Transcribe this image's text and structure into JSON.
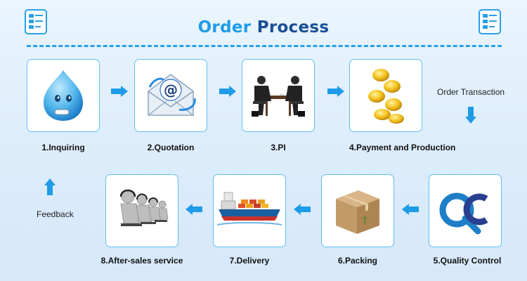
{
  "title": {
    "part1": "Order ",
    "part2": "Process"
  },
  "colors": {
    "primary": "#1f9be7",
    "accent": "#1a4f96",
    "card_border": "#61c1ef"
  },
  "steps": [
    {
      "label": "1.Inquiring",
      "icon": "chat-bubble-icon"
    },
    {
      "label": "2.Quotation",
      "icon": "email-at-icon"
    },
    {
      "label": "3.PI",
      "icon": "business-meeting-icon"
    },
    {
      "label": "4.Payment and Production",
      "icon": "gold-coins-icon"
    },
    {
      "label": "5.Quality Control",
      "icon": "qc-logo-icon"
    },
    {
      "label": "6.Packing",
      "icon": "cardboard-box-icon"
    },
    {
      "label": "7.Delivery",
      "icon": "cargo-ship-icon"
    },
    {
      "label": "8.After-sales service",
      "icon": "call-center-icon"
    }
  ],
  "side_labels": {
    "order_transaction": "Order Transaction",
    "feedback": "Feedback"
  }
}
